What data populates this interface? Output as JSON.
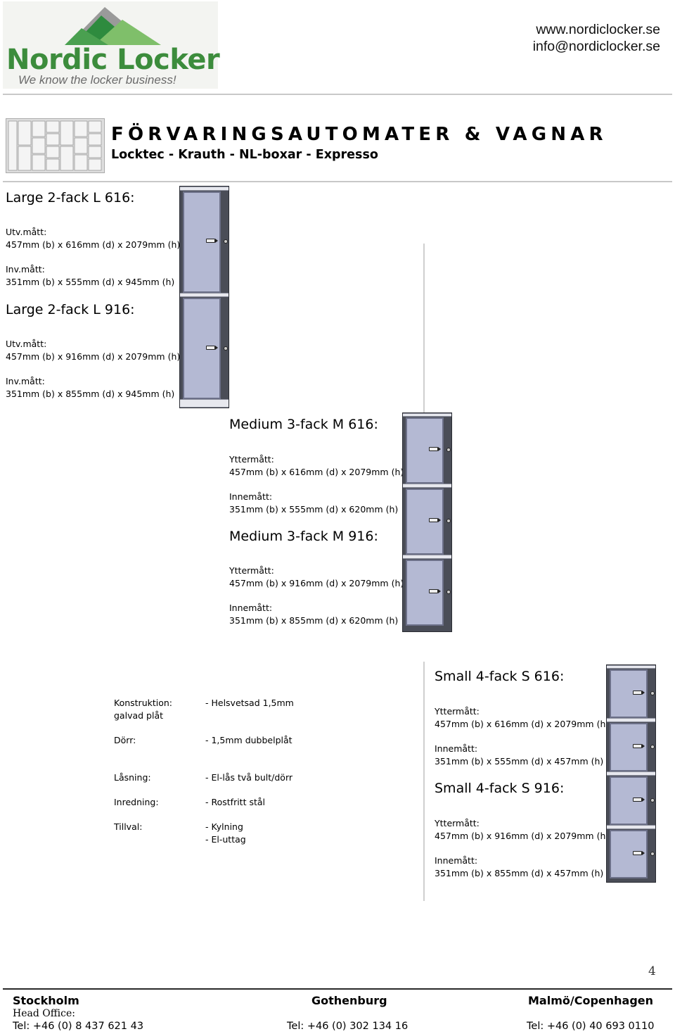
{
  "header": {
    "logo": {
      "brand": "Nordic Locker",
      "tagline": "We know the locker business!"
    },
    "website": "www.nordiclocker.se",
    "email": "info@nordiclocker.se",
    "title": "FÖRVARINGSAUTOMATER & VAGNAR",
    "subtitle": "Locktec - Krauth - NL-boxar - Expresso"
  },
  "models": {
    "large_616": {
      "title": "Large 2-fack L 616:",
      "outer_label": "Utv.mått:",
      "outer": "457mm (b) x 616mm (d) x 2079mm (h)",
      "inner_label": "Inv.mått:",
      "inner": "351mm (b) x 555mm (d) x 945mm (h)"
    },
    "large_916": {
      "title": "Large 2-fack L 916:",
      "outer_label": "Utv.mått:",
      "outer": "457mm (b) x 916mm (d) x 2079mm (h)",
      "inner_label": "Inv.mått:",
      "inner": "351mm (b) x 855mm (d) x 945mm (h)"
    },
    "medium_616": {
      "title": "Medium 3-fack M 616:",
      "outer_label": "Yttermått:",
      "outer": "457mm (b) x 616mm (d) x 2079mm (h)",
      "inner_label": "Innemått:",
      "inner": "351mm (b) x 555mm (d) x 620mm (h)"
    },
    "medium_916": {
      "title": "Medium 3-fack M 916:",
      "outer_label": "Yttermått:",
      "outer": "457mm (b) x 916mm (d) x 2079mm (h)",
      "inner_label": "Innemått:",
      "inner": "351mm (b) x 855mm (d) x 620mm (h)"
    },
    "small_616": {
      "title": "Small 4-fack S 616:",
      "outer_label": "Yttermått:",
      "outer": "457mm (b) x 616mm (d) x 2079mm (h)",
      "inner_label": "Innemått:",
      "inner": "351mm (b) x 555mm (d) x 457mm (h)"
    },
    "small_916": {
      "title": "Small 4-fack S 916:",
      "outer_label": "Yttermått:",
      "outer": "457mm (b) x 916mm (d) x 2079mm (h)",
      "inner_label": "Innemått:",
      "inner": "351mm (b) x 855mm (d) x 457mm (h)"
    }
  },
  "specs": [
    {
      "label": "Konstruktion:",
      "label2": "galvad plåt",
      "value": "- Helsvetsad 1,5mm",
      "value2": ""
    },
    {
      "label": "Dörr:",
      "label2": "",
      "value": "- 1,5mm  dubbelplåt",
      "value2": ""
    },
    {
      "label": "Låsning:",
      "label2": "",
      "value": "- El-lås två bult/dörr",
      "value2": ""
    },
    {
      "label": "Inredning:",
      "label2": "",
      "value": "- Rostfritt stål",
      "value2": ""
    },
    {
      "label": "Tillval:",
      "label2": "",
      "value": "- Kylning",
      "value2": "- El-uttag"
    }
  ],
  "page_number": "4",
  "footer": {
    "stockholm": {
      "city": "Stockholm",
      "note": "Head Office:",
      "tel": "Tel: +46 (0) 8 437 621 43"
    },
    "gothenburg": {
      "city": "Gothenburg",
      "tel": "Tel: +46 (0) 302 134 16"
    },
    "malmo": {
      "city": "Malmö/Copenhagen",
      "tel": "Tel: +46 (0) 40 693 0110"
    }
  },
  "colors": {
    "logo_green": "#2e8b3e",
    "logo_light_green": "#7fbf6a",
    "logo_text_green": "#3c8c3c",
    "logo_grey": "#8c8c8c",
    "door_blue": "#b4b9d3",
    "frame": "#4a4d57"
  }
}
